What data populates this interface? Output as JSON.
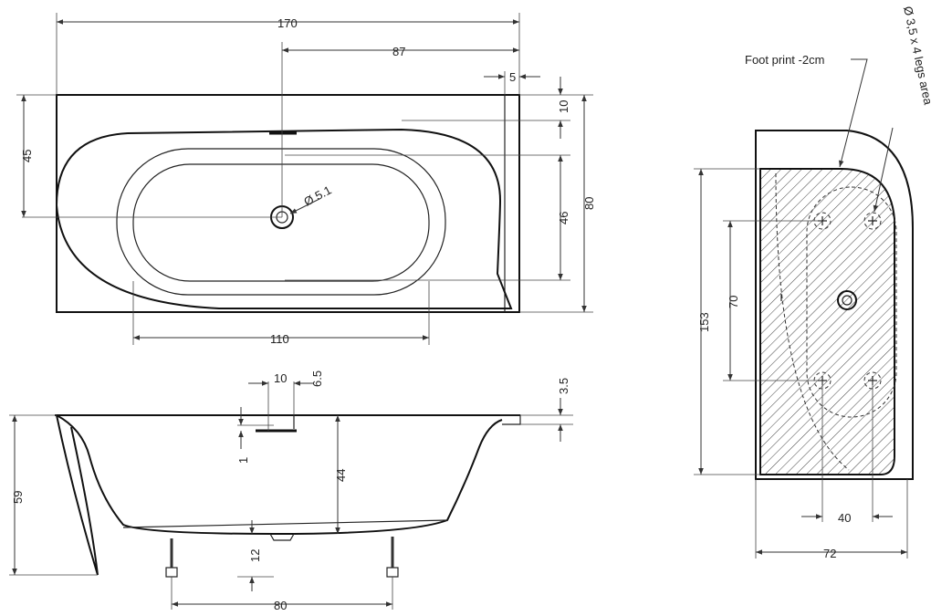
{
  "top_view": {
    "width": "170",
    "drain_offset": "87",
    "rim": "5",
    "rim_top": "10",
    "height": "80",
    "drain_y": "45",
    "inner_h": "46",
    "inner_w": "110",
    "drain_dia": "Ø 5.1"
  },
  "side_view": {
    "overflow_w": "10",
    "overflow_h": "6.5",
    "overflow_gap": "1",
    "rim_t": "3.5",
    "height": "59",
    "depth": "44",
    "leg_h": "12",
    "legs_span": "80"
  },
  "footprint_view": {
    "footprint_label": "Foot print -2cm",
    "legs_label": "Ø 3,5 x 4 legs area",
    "length": "153",
    "legs_y": "70",
    "legs_x": "40",
    "width": "72"
  },
  "colors": {
    "line": "#111111",
    "dimension": "#333333",
    "hatch": "#444444"
  }
}
